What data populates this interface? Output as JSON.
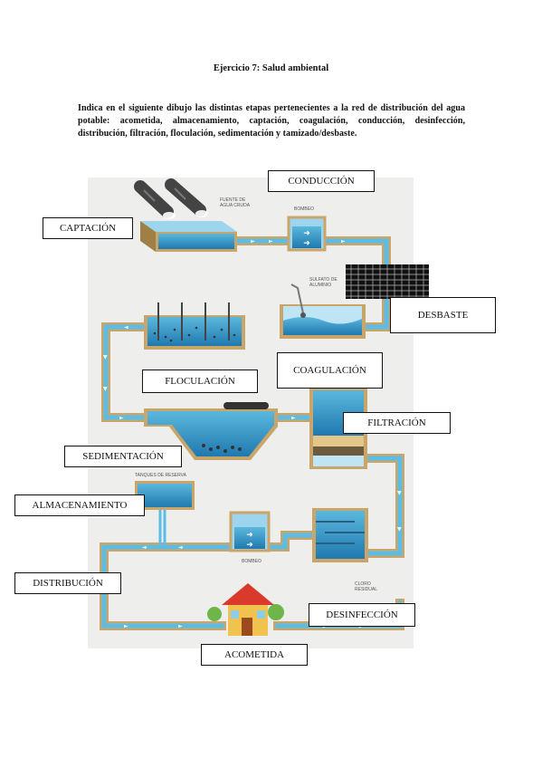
{
  "title": "Ejercicio 7: Salud ambiental",
  "instructions": "Indica en el siguiente dibujo las distintas etapas pertenecientes a la red de distribución del agua potable: acometida, almacenamiento, captación, coagulación, conducción, desinfección, distribución, filtración, floculación, sedimentación y tamizado/desbaste.",
  "diagram": {
    "captions": {
      "fuente": "FUENTE DE AGUA CRUDA",
      "bombeo_top": "BOMBEO",
      "sulfato": "SULFATO DE ALUMINIO",
      "tanques": "TANQUES DE RESERVA",
      "bombeo_bottom": "BOMBEO",
      "cloro": "CLORO RESIDUAL"
    }
  },
  "labels": {
    "conduccion": "CONDUCCIÓN",
    "captacion": "CAPTACIÓN",
    "desbaste": "DESBASTE",
    "coagulacion": "COAGULACIÓN",
    "floculacion": "FLOCULACIÓN",
    "filtracion": "FILTRACIÓN",
    "sedimentacion": "SEDIMENTACIÓN",
    "almacenamiento": "ALMACENAMIENTO",
    "distribucion": "DISTRIBUCIÓN",
    "desinfeccion": "DESINFECCIÓN",
    "acometida": "ACOMETIDA"
  }
}
